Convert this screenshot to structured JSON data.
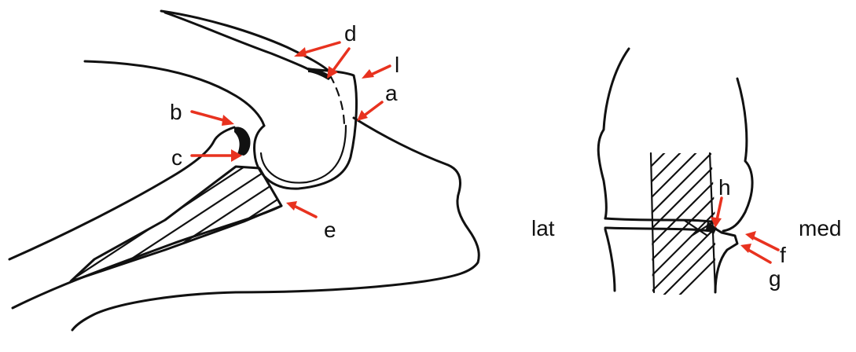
{
  "labels": {
    "a": "a",
    "b": "b",
    "c": "c",
    "d": "d",
    "e": "e",
    "f": "f",
    "g": "g",
    "h": "h",
    "l": "l"
  },
  "side_labels": {
    "lateral": "lat",
    "medial": "med"
  },
  "colors": {
    "arrow": "#e8321f",
    "ink": "#111111"
  }
}
